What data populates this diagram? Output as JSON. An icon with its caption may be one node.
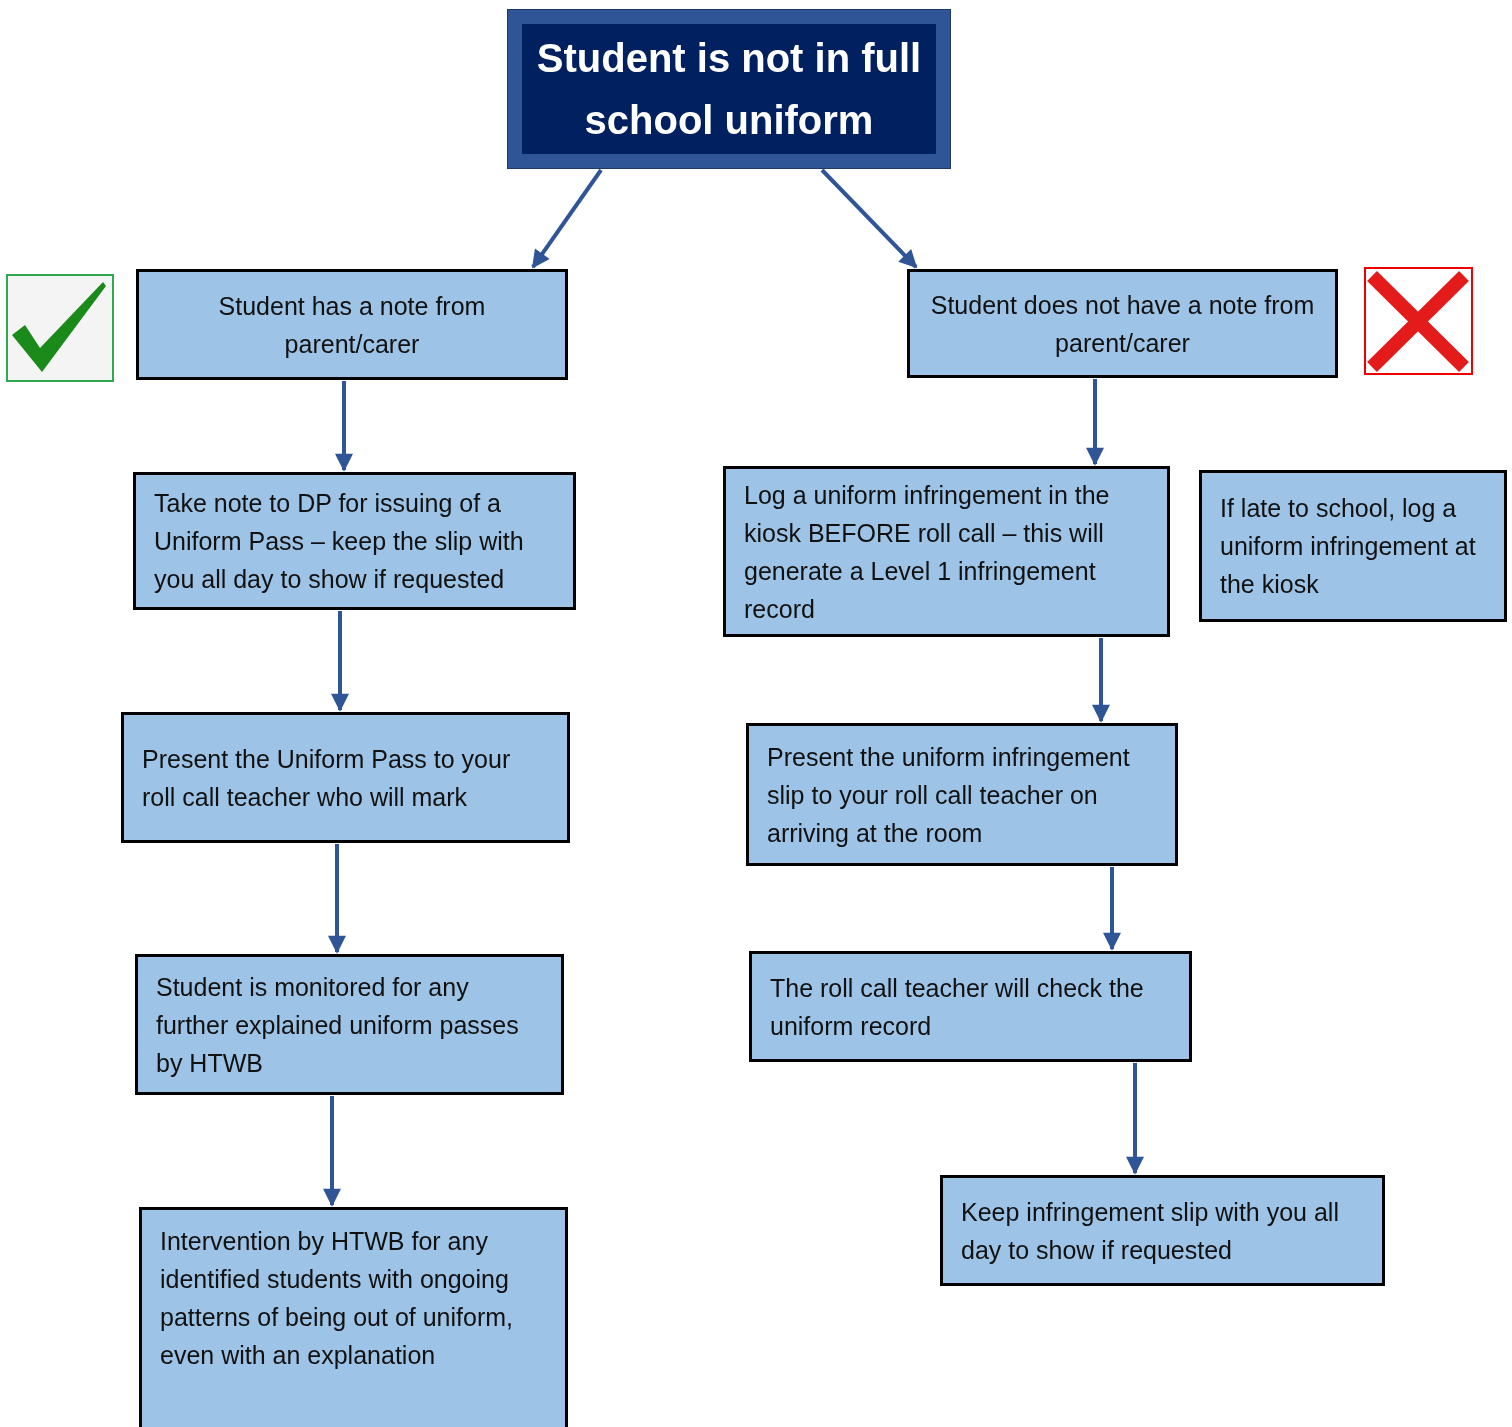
{
  "diagram": {
    "nodes": [
      {
        "text": [
          "Student is not in full school uniform"
        ]
      },
      {
        "text": [
          "Student has a note from parent/carer"
        ]
      },
      {
        "text": [
          "Student does not have a note from parent/carer"
        ]
      },
      {
        "text": [
          "Take note to DP for issuing of a Uniform Pass – keep the slip with you all day to show if requested"
        ]
      },
      {
        "text": [
          "Log a uniform infringement in the kiosk BEFORE roll call – this will generate a Level 1 infringement record"
        ]
      },
      {
        "text": [
          "If late to school, log a uniform infringement at the kiosk"
        ]
      },
      {
        "text": [
          "Present the Uniform Pass to your roll call teacher who will mark"
        ]
      },
      {
        "text": [
          "Present the uniform infringement slip to your roll call teacher on arriving at the room"
        ]
      },
      {
        "text": [
          "Student is monitored for any further explained uniform passes by HTWB"
        ]
      },
      {
        "text": [
          "The roll call teacher will check the uniform record"
        ]
      },
      {
        "text": [
          "Intervention by HTWB for any identified students with ongoing patterns of being out of uniform, even with an explanation"
        ]
      },
      {
        "text": [
          "Keep infringement slip with you all day to show if requested"
        ]
      }
    ],
    "edges": [
      {
        "from": 0,
        "to": 1,
        "arrow": "to"
      },
      {
        "from": 0,
        "to": 2,
        "arrow": "to"
      },
      {
        "from": 1,
        "to": 3,
        "arrow": "to"
      },
      {
        "from": 3,
        "to": 6,
        "arrow": "to"
      },
      {
        "from": 6,
        "to": 8,
        "arrow": "to"
      },
      {
        "from": 8,
        "to": 10,
        "arrow": "to"
      },
      {
        "from": 2,
        "to": 4,
        "arrow": "to"
      },
      {
        "from": 4,
        "to": 7,
        "arrow": "to"
      },
      {
        "from": 7,
        "to": 9,
        "arrow": "to"
      },
      {
        "from": 9,
        "to": 11,
        "arrow": "to"
      }
    ]
  }
}
